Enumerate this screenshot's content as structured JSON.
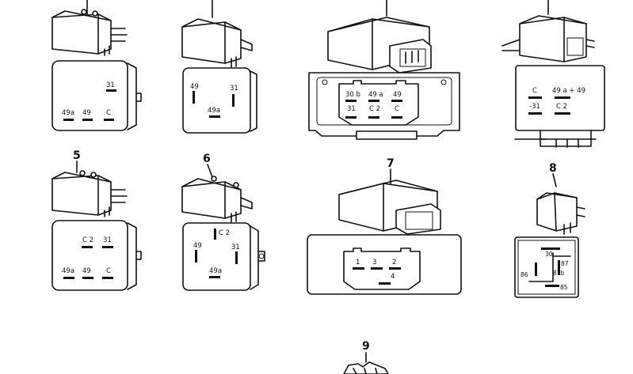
{
  "callouts": [
    "5",
    "6",
    "7",
    "8",
    "9"
  ],
  "relays": {
    "r1": {
      "pins": [
        "31",
        "49a",
        "49",
        "C"
      ]
    },
    "r2": {
      "pins": [
        "49",
        "31",
        "49a"
      ]
    },
    "r3": {
      "pins": [
        "30 b",
        "49 a",
        "49",
        "31",
        "C 2",
        "C"
      ]
    },
    "r4": {
      "pins": [
        "C",
        "49 a + 49",
        "-31",
        "C 2"
      ]
    },
    "r5": {
      "pins": [
        "C 2",
        "31",
        "49a",
        "49",
        "C"
      ]
    },
    "r6": {
      "pins": [
        "C 2",
        "49",
        "31",
        "49a"
      ]
    },
    "r7": {
      "pins": [
        "1",
        "3",
        "2",
        "4"
      ]
    },
    "r8": {
      "pins": [
        "30",
        "87",
        "86",
        "87b",
        "85"
      ]
    }
  }
}
